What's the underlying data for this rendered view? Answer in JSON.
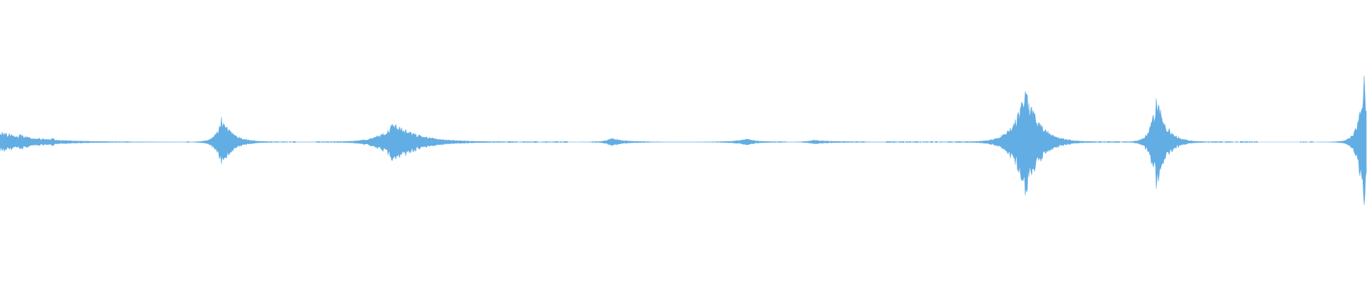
{
  "waveform": {
    "wave_color": "#62ade3",
    "background_color": "#ffffff",
    "bursts": [
      {
        "t": 0.0,
        "amp": 0.08,
        "attack": 0.01,
        "decay": 0.025
      },
      {
        "t": 0.015,
        "amp": 0.06,
        "attack": 0.004,
        "decay": 0.006
      },
      {
        "t": 0.038,
        "amp": 0.035,
        "attack": 0.001,
        "decay": 0.003
      },
      {
        "t": 0.162,
        "amp": 0.19,
        "attack": 0.004,
        "decay": 0.008
      },
      {
        "t": 0.288,
        "amp": 0.145,
        "attack": 0.01,
        "decay": 0.018
      },
      {
        "t": 0.447,
        "amp": 0.03,
        "attack": 0.004,
        "decay": 0.01
      },
      {
        "t": 0.547,
        "amp": 0.022,
        "attack": 0.01,
        "decay": 0.008
      },
      {
        "t": 0.594,
        "amp": 0.015,
        "attack": 0.004,
        "decay": 0.015
      },
      {
        "t": 0.75,
        "amp": 0.41,
        "attack": 0.008,
        "decay": 0.01
      },
      {
        "t": 0.846,
        "amp": 0.36,
        "attack": 0.004,
        "decay": 0.007
      },
      {
        "t": 0.998,
        "amp": 0.5,
        "attack": 0.004,
        "decay": 0.002
      }
    ],
    "noise_segments": [
      [
        0.018,
        0.074
      ],
      [
        0.092,
        0.094
      ],
      [
        0.134,
        0.138
      ],
      [
        0.144,
        0.216
      ],
      [
        0.232,
        0.26
      ],
      [
        0.27,
        0.28
      ],
      [
        0.33,
        0.415
      ],
      [
        0.432,
        0.475
      ],
      [
        0.53,
        0.575
      ],
      [
        0.587,
        0.635
      ],
      [
        0.648,
        0.73
      ],
      [
        0.755,
        0.825
      ],
      [
        0.855,
        0.92
      ],
      [
        0.952,
        0.96
      ],
      [
        0.977,
        0.985
      ]
    ]
  }
}
